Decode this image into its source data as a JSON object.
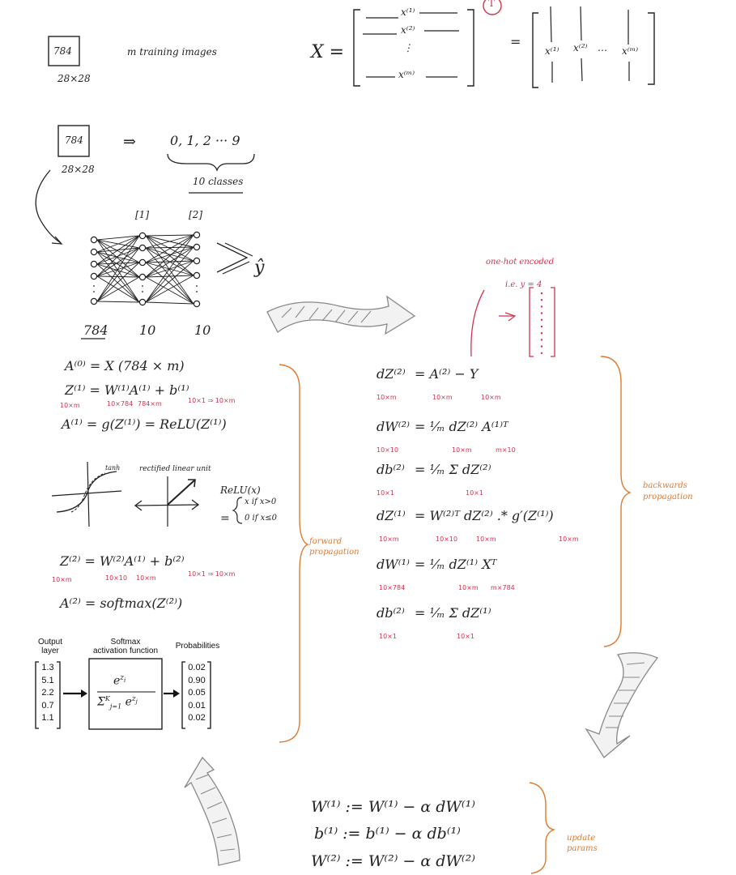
{
  "top": {
    "box_label": "784",
    "box_dims": "28×28",
    "m_training": "m training images",
    "x_eq": "X =",
    "rows": [
      "x⁽¹⁾",
      "x⁽²⁾",
      "⋮",
      "x⁽ᵐ⁾"
    ],
    "transpose": "T",
    "equals": "=",
    "cols": [
      "x⁽¹⁾",
      "x⁽²⁾",
      "…",
      "x⁽ᵐ⁾"
    ]
  },
  "classes": {
    "box_label": "784",
    "box_dims": "28×28",
    "arrow": "⇒",
    "digits": "0, 1, 2 ··· 9",
    "label": "10 classes"
  },
  "network": {
    "layer1_tag": "[1]",
    "layer2_tag": "[2]",
    "yhat": "ŷ",
    "sizes": [
      "784",
      "10",
      "10"
    ]
  },
  "forward": {
    "eq1": "A⁽⁰⁾ = X   (784 × m)",
    "eq2": "Z⁽¹⁾ = W⁽¹⁾A⁽¹⁾ + b⁽¹⁾",
    "eq2_dims": [
      "10×m",
      "10×784",
      "784×m",
      "10×1 ⇒ 10×m"
    ],
    "eq3": "A⁽¹⁾ = g(Z⁽¹⁾) = ReLU(Z⁽¹⁾)",
    "tanh": "tanh",
    "relu_name": "rectified linear unit",
    "relu_def_title": "ReLU(x)",
    "relu_def_1": "x  if  x>0",
    "relu_def_2": "0  if  x≤0",
    "eq4": "Z⁽²⁾ = W⁽²⁾A⁽¹⁾ + b⁽²⁾",
    "eq4_dims": [
      "10×m",
      "10×10",
      "10×m",
      "10×1 ⇒ 10×m"
    ],
    "eq5": "A⁽²⁾ = softmax(Z⁽²⁾)",
    "label": "forward propagation"
  },
  "softmax_fig": {
    "output_layer": "Output\nlayer",
    "activation": "Softmax\nactivation function",
    "probabilities": "Probabilities",
    "inputs": [
      "1.3",
      "5.1",
      "2.2",
      "0.7",
      "1.1"
    ],
    "outputs": [
      "0.02",
      "0.90",
      "0.05",
      "0.01",
      "0.02"
    ]
  },
  "backward": {
    "onehot_title": "one-hot encoded",
    "onehot_example": "i.e.  y = 4",
    "eqs": [
      {
        "lhs": "dZ⁽²⁾",
        "rhs": "=  A⁽²⁾ − Y",
        "dims": [
          "10×m",
          "10×m",
          "10×m"
        ]
      },
      {
        "lhs": "dW⁽²⁾",
        "rhs": "=  ¹⁄ₘ dZ⁽²⁾ A⁽¹⁾ᵀ",
        "dims": [
          "10×10",
          "10×m",
          "m×10"
        ]
      },
      {
        "lhs": "db⁽²⁾",
        "rhs": "=  ¹⁄ₘ Σ dZ⁽²⁾",
        "dims": [
          "10×1",
          "10×1"
        ]
      },
      {
        "lhs": "dZ⁽¹⁾",
        "rhs": "=  W⁽²⁾ᵀ dZ⁽²⁾ .*  g′(Z⁽¹⁾)",
        "dims": [
          "10×m",
          "10×10",
          "10×m",
          "10×m"
        ]
      },
      {
        "lhs": "dW⁽¹⁾",
        "rhs": "=  ¹⁄ₘ dZ⁽¹⁾ Xᵀ",
        "dims": [
          "10×784",
          "10×m",
          "m×784"
        ]
      },
      {
        "lhs": "db⁽²⁾",
        "rhs": "=  ¹⁄ₘ Σ dZ⁽¹⁾",
        "dims": [
          "10×1",
          "10×1"
        ]
      }
    ],
    "label": "backwards propagation"
  },
  "update": {
    "eqs": [
      "W⁽¹⁾ := W⁽¹⁾ − α dW⁽¹⁾",
      "b⁽¹⁾ := b⁽¹⁾ − α db⁽¹⁾",
      "W⁽²⁾ := W⁽²⁾ − α dW⁽²⁾"
    ],
    "label": "update params"
  }
}
